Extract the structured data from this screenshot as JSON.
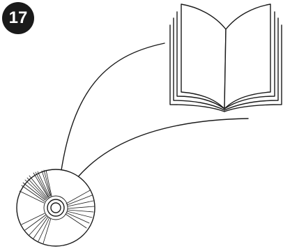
{
  "step": {
    "number": "17"
  },
  "illustration": {
    "items": [
      "book-illustration",
      "cd-disc-illustration"
    ],
    "line_color": "#1a1a1a",
    "background": "#ffffff"
  }
}
